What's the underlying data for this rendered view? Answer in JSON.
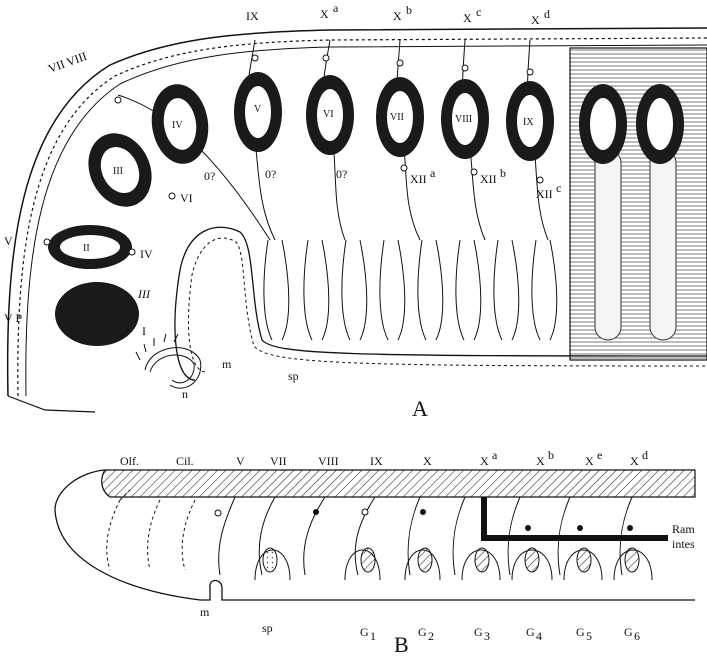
{
  "panelA": {
    "panel_letter": "A",
    "nerve_labels_top": [
      "IX",
      "X",
      "X",
      "X",
      "X"
    ],
    "nerve_labels_top_sup": [
      "",
      "a",
      "b",
      "c",
      "d"
    ],
    "vii_viii_label": "VII VIII",
    "left_labels": [
      "V",
      "V P",
      "VI",
      "IV",
      "III",
      "I"
    ],
    "ring_labels": [
      "II",
      "III",
      "IV",
      "V",
      "VI",
      "VII",
      "VIII",
      "IX"
    ],
    "question_labels": [
      "0?",
      "0?",
      "0?"
    ],
    "hyp_labels": [
      "XII",
      "XII",
      "XII"
    ],
    "hyp_sup": [
      "a",
      "b",
      "c"
    ],
    "m_label": "m",
    "n_label": "n",
    "sp_label": "sp"
  },
  "panelB": {
    "panel_letter": "B",
    "top_labels": [
      "Olf.",
      "Cil.",
      "V",
      "VII",
      "VIII",
      "IX",
      "X",
      "X",
      "X",
      "X",
      "X"
    ],
    "top_sup": [
      "",
      "",
      "",
      "",
      "",
      "",
      "",
      "a",
      "b",
      "e",
      "d"
    ],
    "ram_label_1": "Ram",
    "ram_label_2": "intes",
    "m_label": "m",
    "sp_label": "sp",
    "g_labels": [
      "G",
      "G",
      "G",
      "G",
      "G",
      "G"
    ],
    "g_subs": [
      "1",
      "2",
      "3",
      "4",
      "5",
      "6"
    ]
  }
}
